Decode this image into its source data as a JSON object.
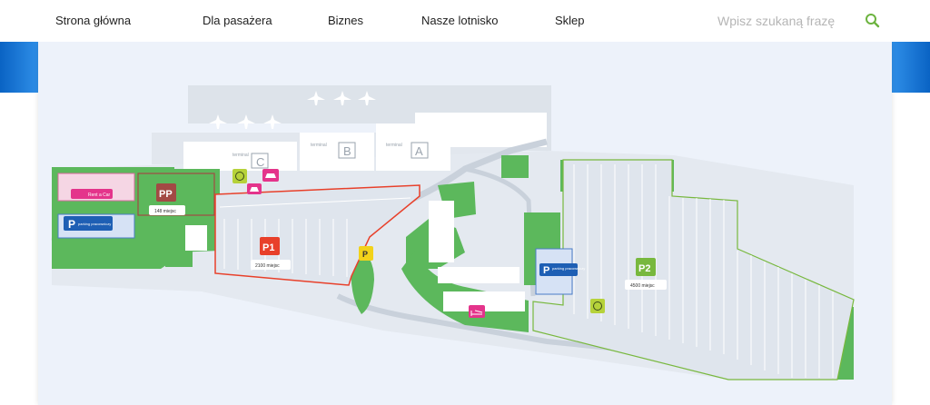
{
  "nav": {
    "items": [
      "Strona główna",
      "Dla pasażera",
      "Biznes",
      "Nasze lotnisko",
      "Sklep"
    ]
  },
  "search": {
    "placeholder": "Wpisz szukaną frazę"
  },
  "colors": {
    "accent_green": "#6cb33f",
    "brand_blue": "#1a73d9",
    "map_bg": "#edf2fa",
    "grass": "#5cb85c",
    "p1_red": "#e8402a",
    "pp_brown": "#a24a44",
    "p2_green": "#78b83e",
    "pink": "#e4348b",
    "parking_blue": "#1e5fb4",
    "yellow": "#f2d21a"
  },
  "map": {
    "terminals": [
      {
        "prefix": "terminal",
        "letter": "C"
      },
      {
        "prefix": "terminal",
        "letter": "B"
      },
      {
        "prefix": "terminal",
        "letter": "A"
      }
    ],
    "parkings": {
      "pp": {
        "code": "PP",
        "capacity": "148 miejsc"
      },
      "p1": {
        "code": "P1",
        "capacity": "2100 miejsc"
      },
      "p2": {
        "code": "P2",
        "capacity": "4500 miejsc"
      }
    },
    "rent_a_car": "Rent a Car",
    "employee_parking": "parking pracowniczy",
    "employee_parking_2": "parking pracowniczy"
  }
}
